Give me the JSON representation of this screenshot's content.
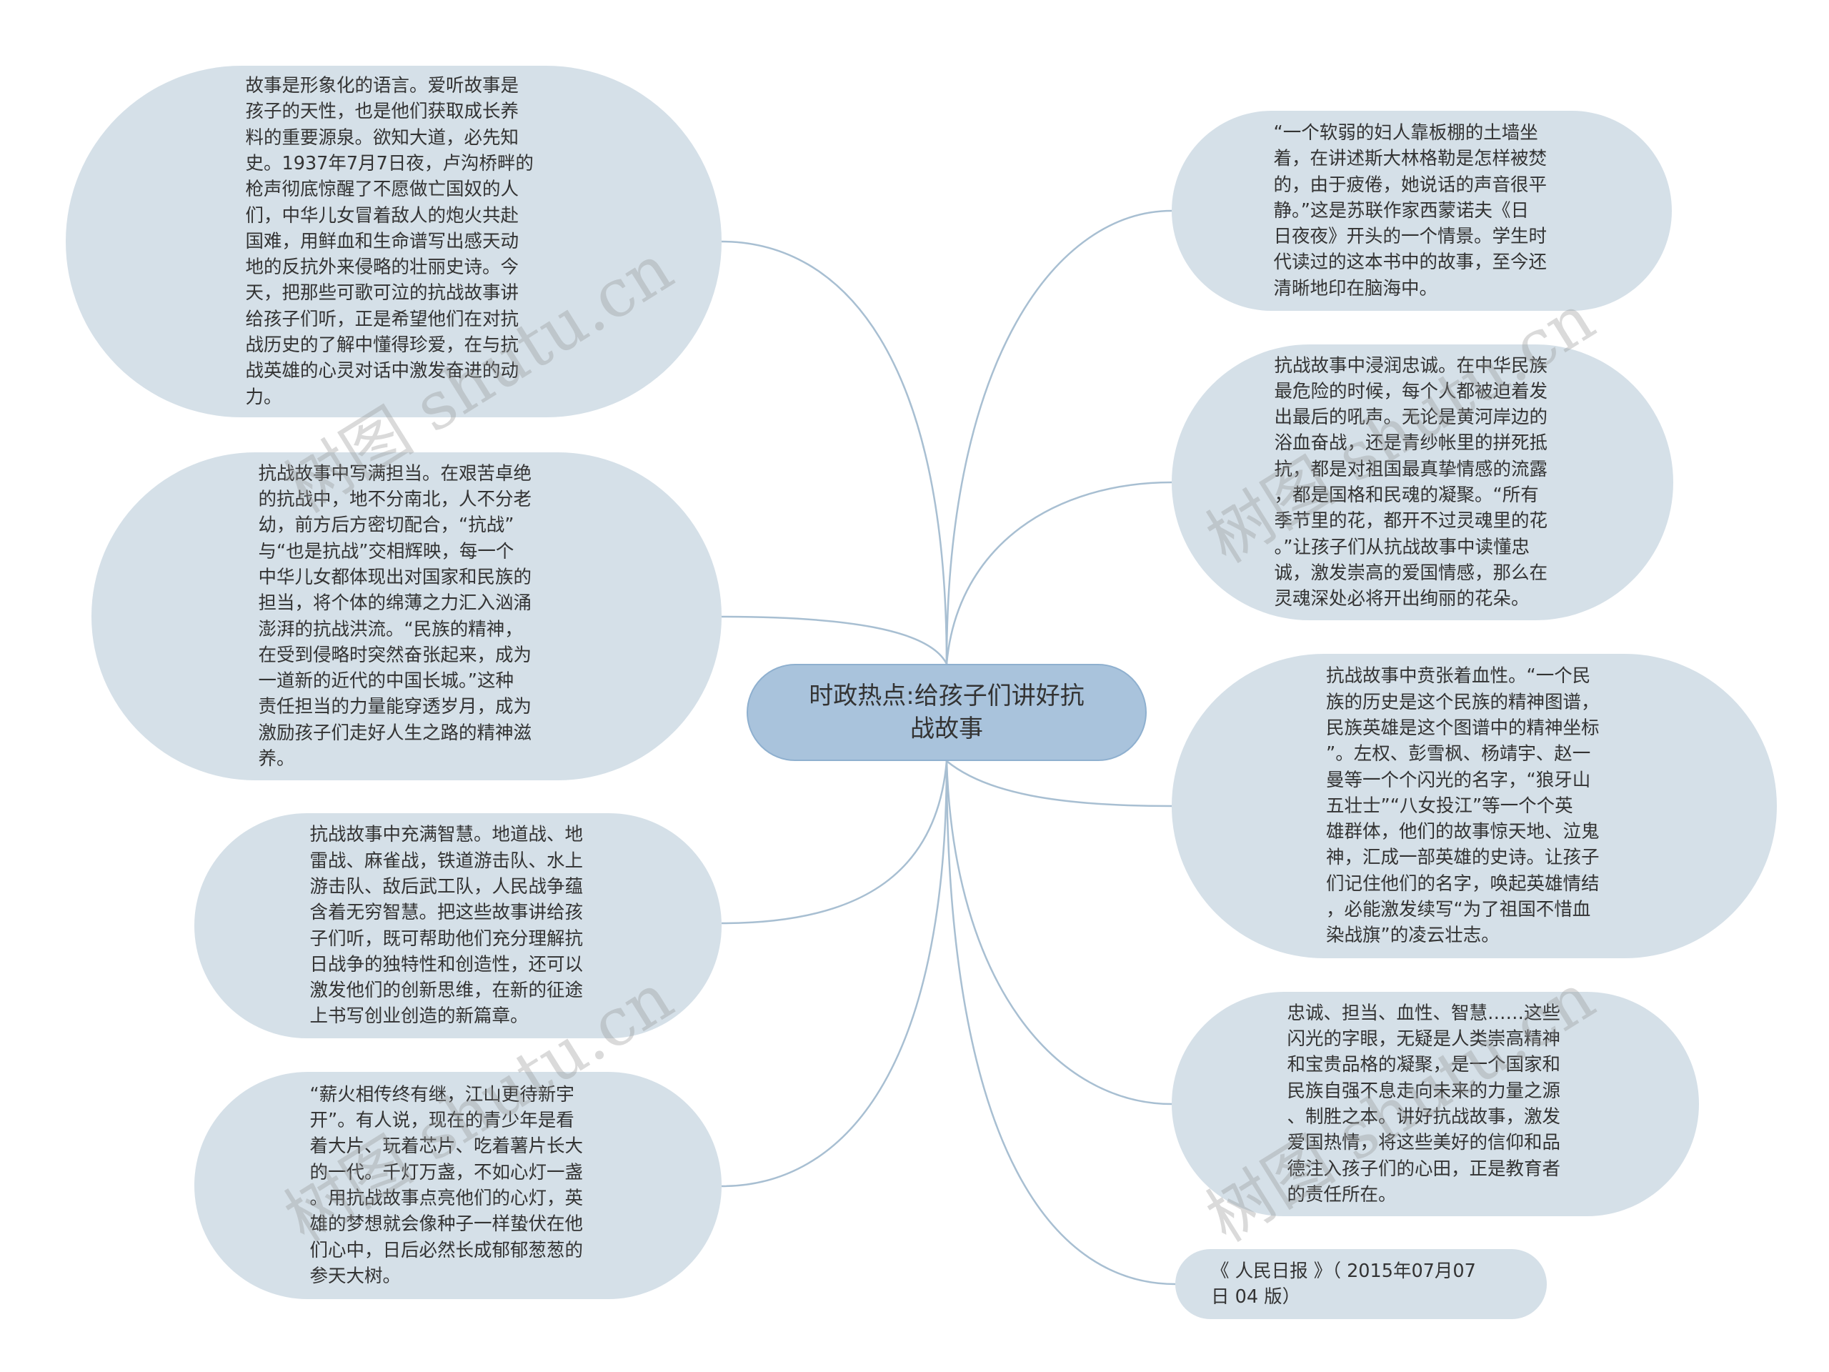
{
  "colors": {
    "center_fill": "#a9c3dc",
    "node_fill": "#d5e0e8",
    "link_stroke": "#a8bfd2",
    "text": "#333333"
  },
  "center": {
    "title": "时政热点:给孩子们讲好抗\n战故事"
  },
  "nodes": {
    "left_1": "故事是形象化的语言。爱听故事是\n孩子的天性，也是他们获取成长养\n料的重要源泉。欲知大道，必先知\n史。1937年7月7日夜，卢沟桥畔的\n枪声彻底惊醒了不愿做亡国奴的人\n们，中华儿女冒着敌人的炮火共赴\n国难，用鲜血和生命谱写出感天动\n地的反抗外来侵略的壮丽史诗。今\n天，把那些可歌可泣的抗战故事讲\n给孩子们听，正是希望他们在对抗\n战历史的了解中懂得珍爱，在与抗\n战英雄的心灵对话中激发奋进的动\n力。",
    "left_2": "抗战故事中写满担当。在艰苦卓绝\n的抗战中，地不分南北，人不分老\n幼，前方后方密切配合，“抗战”\n与“也是抗战”交相辉映，每一个\n中华儿女都体现出对国家和民族的\n担当，将个体的绵薄之力汇入汹涌\n澎湃的抗战洪流。“民族的精神，\n在受到侵略时突然奋张起来，成为\n一道新的近代的中国长城。”这种\n责任担当的力量能穿透岁月，成为\n激励孩子们走好人生之路的精神滋\n养。",
    "left_3": "抗战故事中充满智慧。地道战、地\n雷战、麻雀战，铁道游击队、水上\n游击队、敌后武工队，人民战争蕴\n含着无穷智慧。把这些故事讲给孩\n子们听，既可帮助他们充分理解抗\n日战争的独特性和创造性，还可以\n激发他们的创新思维，在新的征途\n上书写创业创造的新篇章。",
    "left_4": "“薪火相传终有继，江山更待新宇\n开”。有人说，现在的青少年是看\n着大片、玩着芯片、吃着薯片长大\n的一代。千灯万盏，不如心灯一盏\n。用抗战故事点亮他们的心灯，英\n雄的梦想就会像种子一样蛰伏在他\n们心中，日后必然长成郁郁葱葱的\n参天大树。",
    "right_1": "“一个软弱的妇人靠板棚的土墙坐\n着，在讲述斯大林格勒是怎样被焚\n的，由于疲倦，她说话的声音很平\n静。”这是苏联作家西蒙诺夫《日\n日夜夜》开头的一个情景。学生时\n代读过的这本书中的故事，至今还\n清晰地印在脑海中。",
    "right_2": "抗战故事中浸润忠诚。在中华民族\n最危险的时候，每个人都被迫着发\n出最后的吼声。无论是黄河岸边的\n浴血奋战，还是青纱帐里的拼死抵\n抗，都是对祖国最真挚情感的流露\n，都是国格和民魂的凝聚。“所有\n季节里的花，都开不过灵魂里的花\n。”让孩子们从抗战故事中读懂忠\n诚，激发崇高的爱国情感，那么在\n灵魂深处必将开出绚丽的花朵。",
    "right_3": "抗战故事中贲张着血性。“一个民\n族的历史是这个民族的精神图谱，\n民族英雄是这个图谱中的精神坐标\n”。左权、彭雪枫、杨靖宇、赵一\n曼等一个个闪光的名字，“狼牙山\n五壮士”“八女投江”等一个个英\n雄群体，他们的故事惊天地、泣鬼\n神，汇成一部英雄的史诗。让孩子\n们记住他们的名字，唤起英雄情结\n，必能激发续写“为了祖国不惜血\n染战旗”的凌云壮志。",
    "right_4": "忠诚、担当、血性、智慧……这些\n闪光的字眼，无疑是人类崇高精神\n和宝贵品格的凝聚，是一个国家和\n民族自强不息走向未来的力量之源\n、制胜之本。讲好抗战故事，激发\n爱国热情，将这些美好的信仰和品\n德注入孩子们的心田，正是教育者\n的责任所在。",
    "right_5": "《 人民日报 》（ 2015年07月07\n日 04 版）"
  },
  "watermarks": [
    "树图 shutu.cn",
    "树图 shutu.cn",
    "树图 shutu.cn",
    "树图 shutu.cn"
  ]
}
